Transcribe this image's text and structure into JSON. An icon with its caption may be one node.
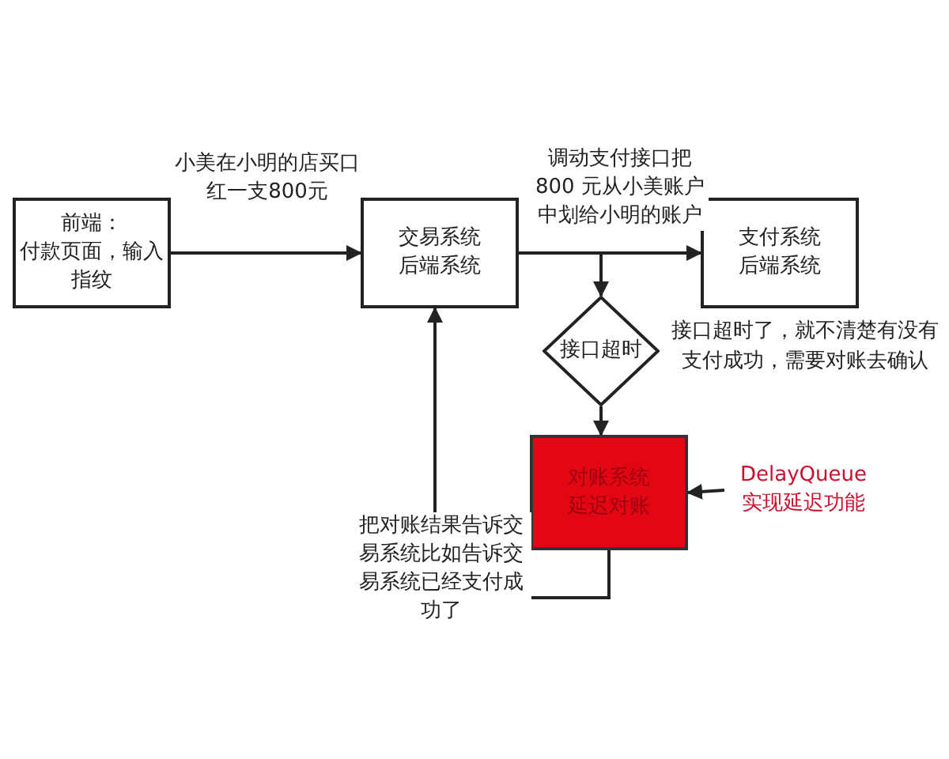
{
  "diagram": {
    "nodes": [
      {
        "text": [
          "前端：",
          "付款页面，输入指纹"
        ]
      },
      {
        "text": [
          "交易系统",
          "后端系统"
        ]
      },
      {
        "text": [
          "支付系统",
          "后端系统"
        ]
      },
      {
        "text": [
          "接口超时"
        ],
        "beside": [
          "接口超时了，就不清楚有没有支付成功，需要对账去确认"
        ]
      },
      {
        "text": [
          "对账系统",
          "延迟对账"
        ]
      },
      {
        "text": [
          "DelayQueue",
          "实现延迟功能"
        ]
      }
    ],
    "edges": [
      {
        "from": 0,
        "to": 1,
        "arrow": "to",
        "label": "小美在小明的店买口红一支800元"
      },
      {
        "from": 1,
        "to": 2,
        "arrow": "to",
        "label": "调动支付接口把 800 元从小美账户中划给小明的账户"
      },
      {
        "from": 1,
        "to": 3,
        "arrow": "to"
      },
      {
        "from": 3,
        "to": 4,
        "arrow": "to"
      },
      {
        "from": 4,
        "to": 1,
        "arrow": "to",
        "label": "把对账结果告诉交易系统比如告诉交易系统已经支付成功了"
      },
      {
        "from": 5,
        "to": 4,
        "arrow": "to"
      }
    ]
  }
}
